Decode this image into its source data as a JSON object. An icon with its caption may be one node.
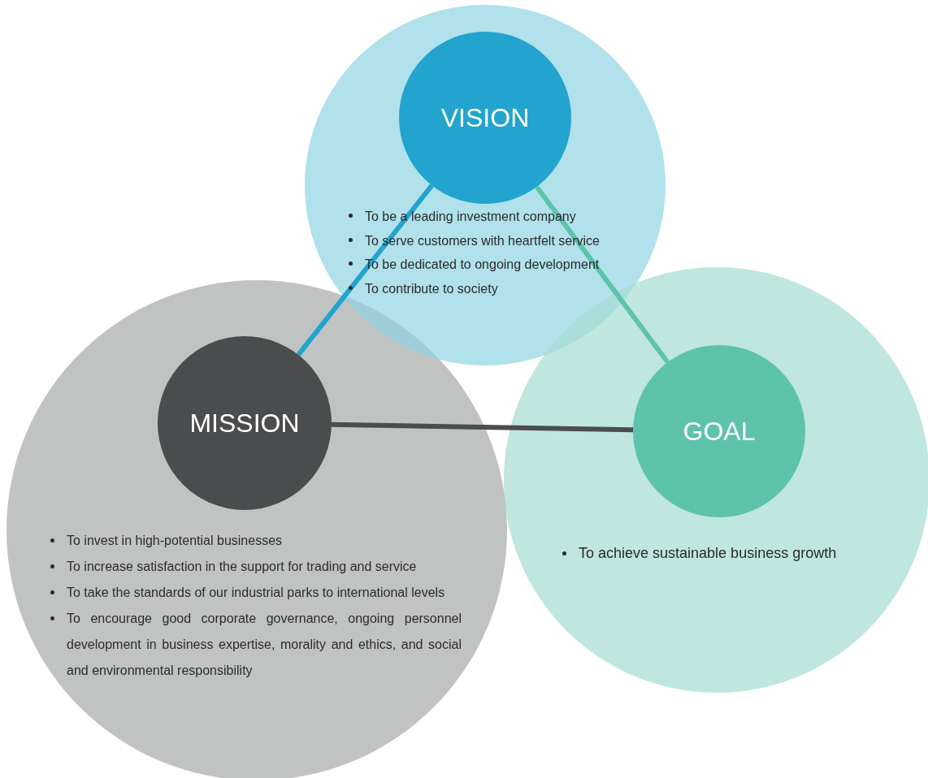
{
  "diagram": {
    "nodes": [
      {
        "text": [
          "To be a leading investment company",
          "To serve customers with heartfelt service",
          "To be dedicated to ongoing development",
          "To contribute to society"
        ]
      },
      {
        "text": [
          "VISION"
        ],
        "in": 0
      },
      {
        "text": [
          "To invest in high-potential businesses",
          "To increase satisfaction in the support for trading and service",
          "To take the standards of our industrial parks to international levels",
          "To encourage good corporate governance, ongoing personnel development in business expertise, morality and ethics, and social and environmental responsibility"
        ]
      },
      {
        "text": [
          "MISSION"
        ],
        "in": 2
      },
      {
        "text": [
          "To achieve sustainable business growth"
        ]
      },
      {
        "text": [
          "GOAL"
        ],
        "in": 4
      }
    ],
    "edges": [
      {
        "from": 1,
        "to": 3,
        "arrow": "none",
        "color": "#22a4cf"
      },
      {
        "from": 1,
        "to": 5,
        "arrow": "none",
        "color": "#5ec3ac"
      },
      {
        "from": 3,
        "to": 5,
        "arrow": "none",
        "color": "#4b4c4e"
      }
    ]
  }
}
